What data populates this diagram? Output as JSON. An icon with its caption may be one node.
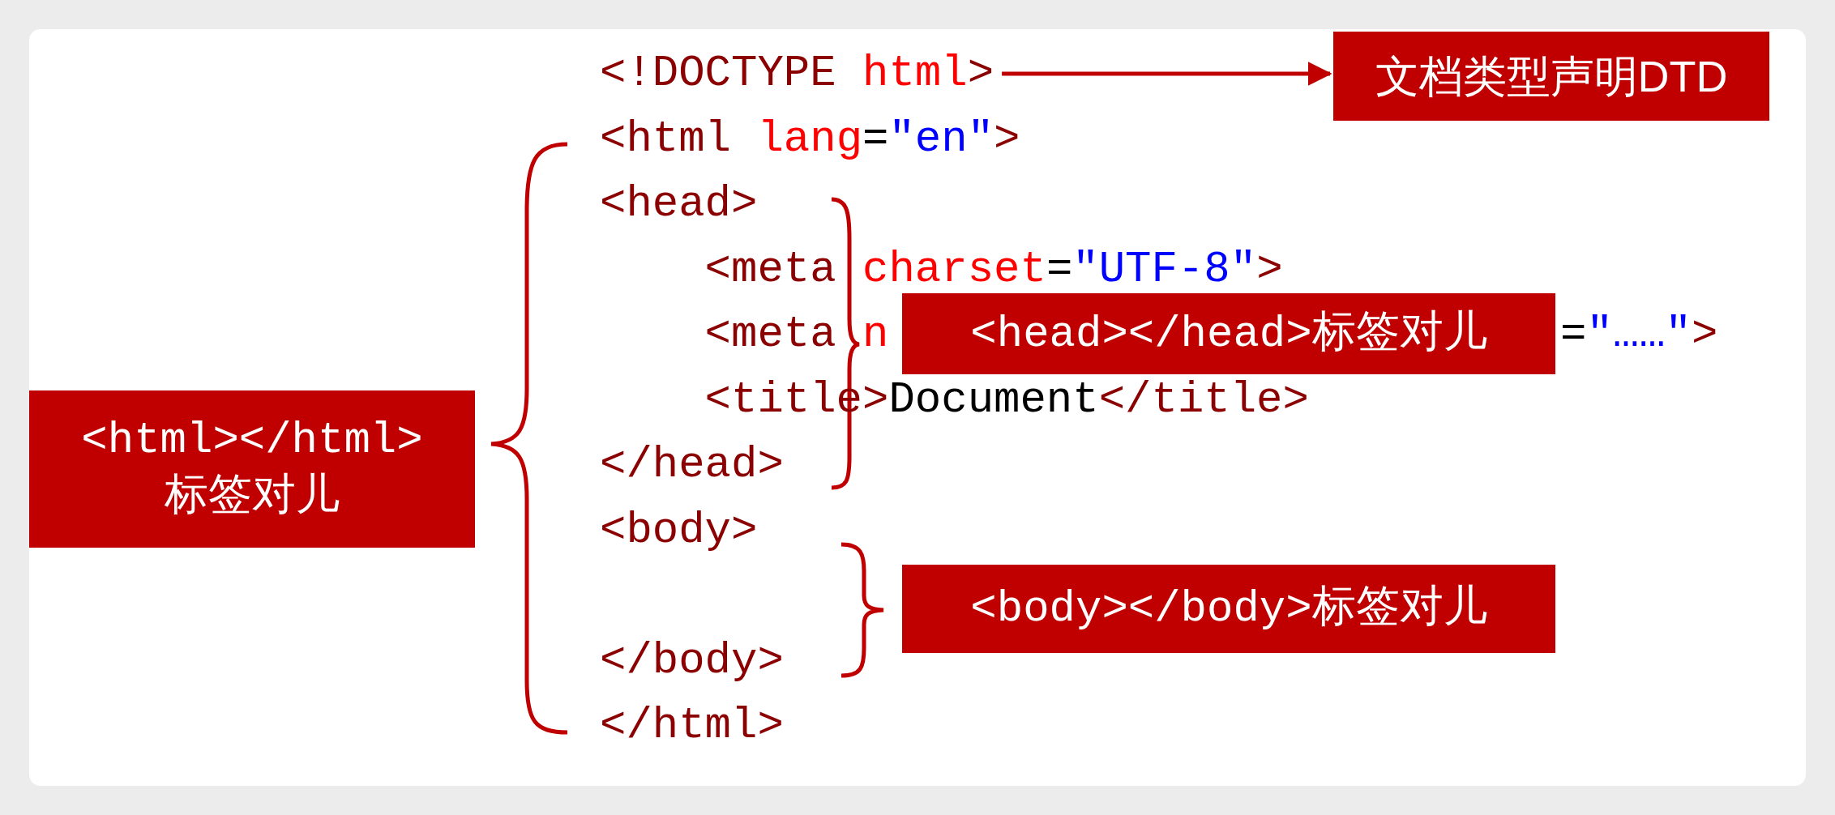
{
  "diagram": {
    "nodes": [
      {
        "text": [
          "文档类型声明DTD"
        ]
      },
      {
        "text": [
          "<html></html> 标签对儿"
        ]
      },
      {
        "text": [
          "<head></head>标签对儿"
        ]
      },
      {
        "text": [
          "<body></body>标签对儿"
        ]
      },
      {
        "text": [
          "<!DOCTYPE html>"
        ]
      }
    ],
    "edges": [
      {
        "from": 4,
        "to": 0,
        "arrow": "to"
      }
    ],
    "labels": [
      "<html lang=\"en\">",
      "<head>",
      "<meta charset=\"UTF-8\">",
      "<meta n",
      "=\"……\">",
      "<title>Document</title>",
      "</head>",
      "<body>",
      "</body>",
      "</html>"
    ]
  }
}
